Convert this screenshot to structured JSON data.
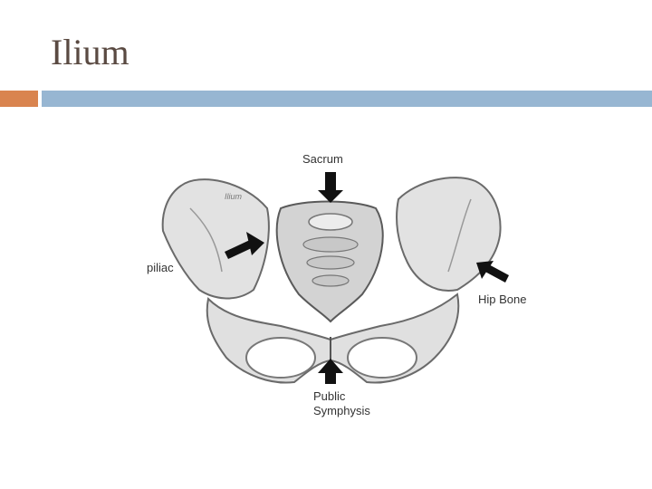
{
  "slide": {
    "title": "Ilium"
  },
  "diagram": {
    "labels": {
      "sacrum": "Sacrum",
      "hip_bone": "Hip Bone",
      "iliac_partial": "piliac",
      "public_symphysis_line1": "Public",
      "public_symphysis_line2": "Symphysis",
      "ilium_inscription": "Ilium"
    },
    "colors": {
      "bone_fill": "#e2e2e2",
      "bone_stroke": "#6a6a6a",
      "arrow": "#111111"
    }
  }
}
